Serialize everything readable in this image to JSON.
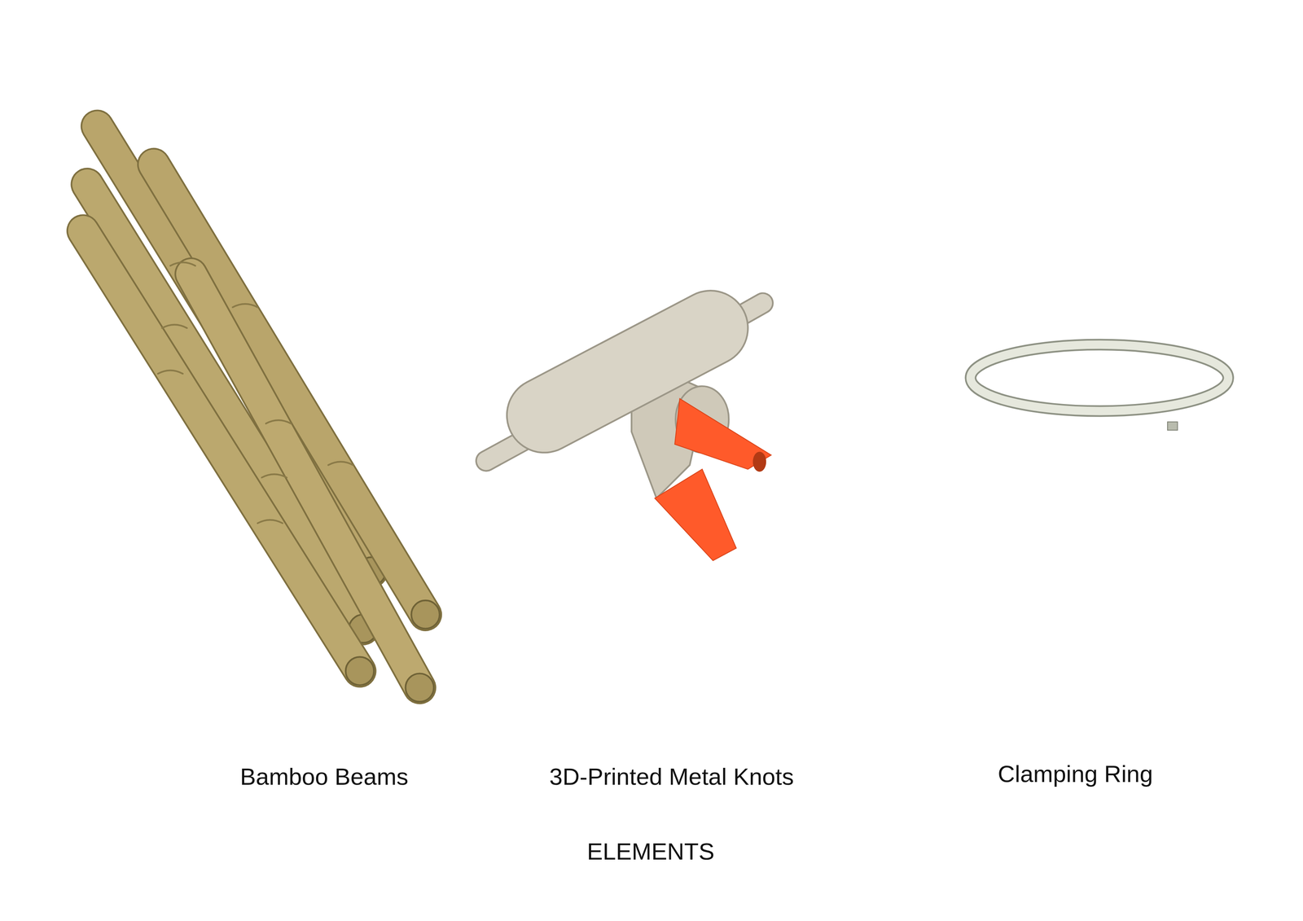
{
  "diagram": {
    "caption": "ELEMENTS",
    "labels": [
      "Bamboo Beams",
      "3D-Printed Metal Knots",
      "Clamping Ring"
    ]
  }
}
